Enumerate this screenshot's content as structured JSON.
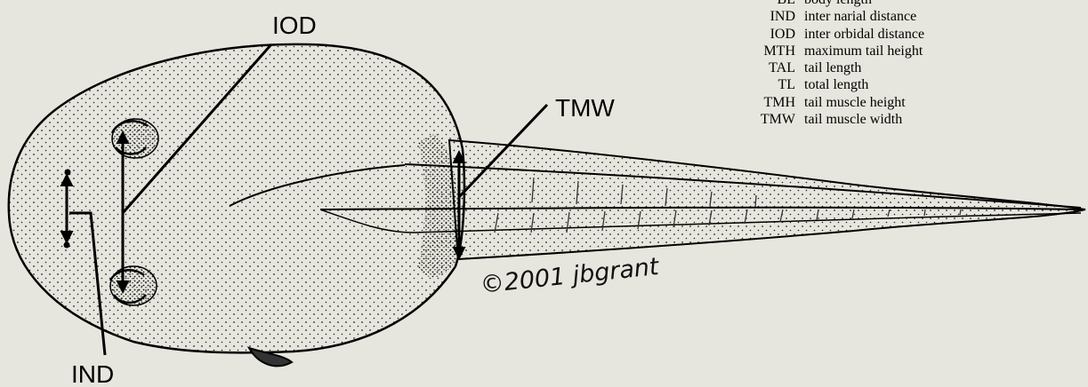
{
  "callouts": {
    "iod": "IOD",
    "tmw": "TMW",
    "ind": "IND"
  },
  "legend": [
    {
      "abbr": "BL",
      "desc": "body length"
    },
    {
      "abbr": "IND",
      "desc": "inter narial distance"
    },
    {
      "abbr": "IOD",
      "desc": "inter orbidal distance"
    },
    {
      "abbr": "MTH",
      "desc": "maximum tail height"
    },
    {
      "abbr": "TAL",
      "desc": "tail length"
    },
    {
      "abbr": "TL",
      "desc": "total length"
    },
    {
      "abbr": "TMH",
      "desc": "tail muscle height"
    },
    {
      "abbr": "TMW",
      "desc": "tail muscle width"
    }
  ],
  "credit": "©2001 jbgrant",
  "colors": {
    "background": "#e6e6de",
    "ink": "#000000"
  }
}
